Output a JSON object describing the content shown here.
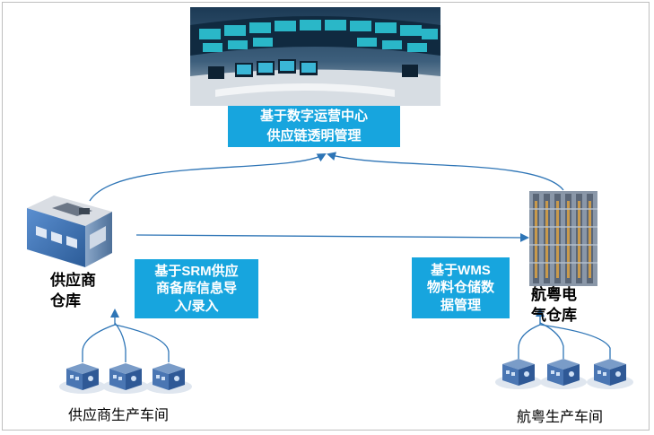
{
  "title_box": {
    "line1": "基于数字运营中心",
    "line2": "供应链透明管理"
  },
  "srm_box": {
    "line1": "基于SRM供应",
    "line2": "商备库信息导",
    "line3": "入/录入"
  },
  "wms_box": {
    "line1": "基于WMS",
    "line2": "物料仓储数",
    "line3": "据管理"
  },
  "supplier_warehouse": {
    "line1": "供应商",
    "line2": "仓库"
  },
  "hangyue_warehouse": {
    "line1": "航粤电",
    "line2": "气仓库"
  },
  "supplier_workshop": "供应商生产车间",
  "hangyue_workshop": "航粤生产车间",
  "colors": {
    "box_blue": "#17a5de",
    "arrow_blue": "#2e75b6",
    "building_blue": "#3a7fc4"
  }
}
